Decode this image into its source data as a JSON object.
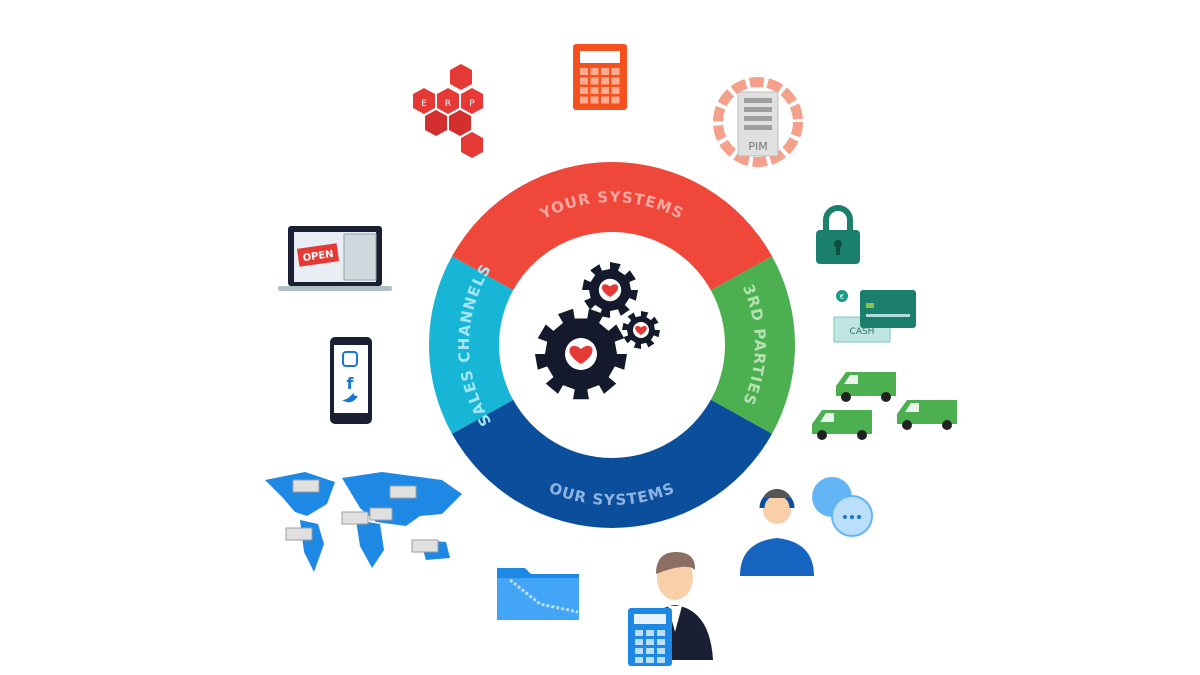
{
  "ring": {
    "segments": [
      {
        "id": "your-systems",
        "label": "YOUR SYSTEMS",
        "color": "#f0473b",
        "text_color": "#f9a9a2"
      },
      {
        "id": "3rd-parties",
        "label": "3RD PARTIES",
        "color": "#4caf50",
        "text_color": "#b5e2b2"
      },
      {
        "id": "our-systems",
        "label": "OUR SYSTEMS",
        "color": "#0b4f9c",
        "text_color": "#8fb4e4"
      },
      {
        "id": "sales-channels",
        "label": "SALES CHANNELS",
        "color": "#18b6d6",
        "text_color": "#a4e6f3"
      }
    ],
    "center_icon": "gears-with-hearts-icon",
    "gear_color": "#141a2b",
    "heart_color": "#e53935"
  },
  "icons": {
    "erp": {
      "name": "erp-hexagons-icon",
      "letters": [
        "E",
        "R",
        "P"
      ]
    },
    "calculator": "calculator-icon",
    "pim": {
      "name": "pim-server-icon",
      "label": "PIM"
    },
    "lock": "padlock-icon",
    "payment": {
      "name": "card-and-cash-icon",
      "cash_label": "CASH",
      "coin_label": "€"
    },
    "vans": "delivery-vans-icon",
    "support": "support-agent-chat-icon",
    "accountant": "accountant-icon",
    "folder": "zip-folder-icon",
    "map": "world-map-icon",
    "phone": "social-phone-icon",
    "shop": {
      "name": "online-shop-laptop-icon",
      "sign": "OPEN"
    }
  }
}
